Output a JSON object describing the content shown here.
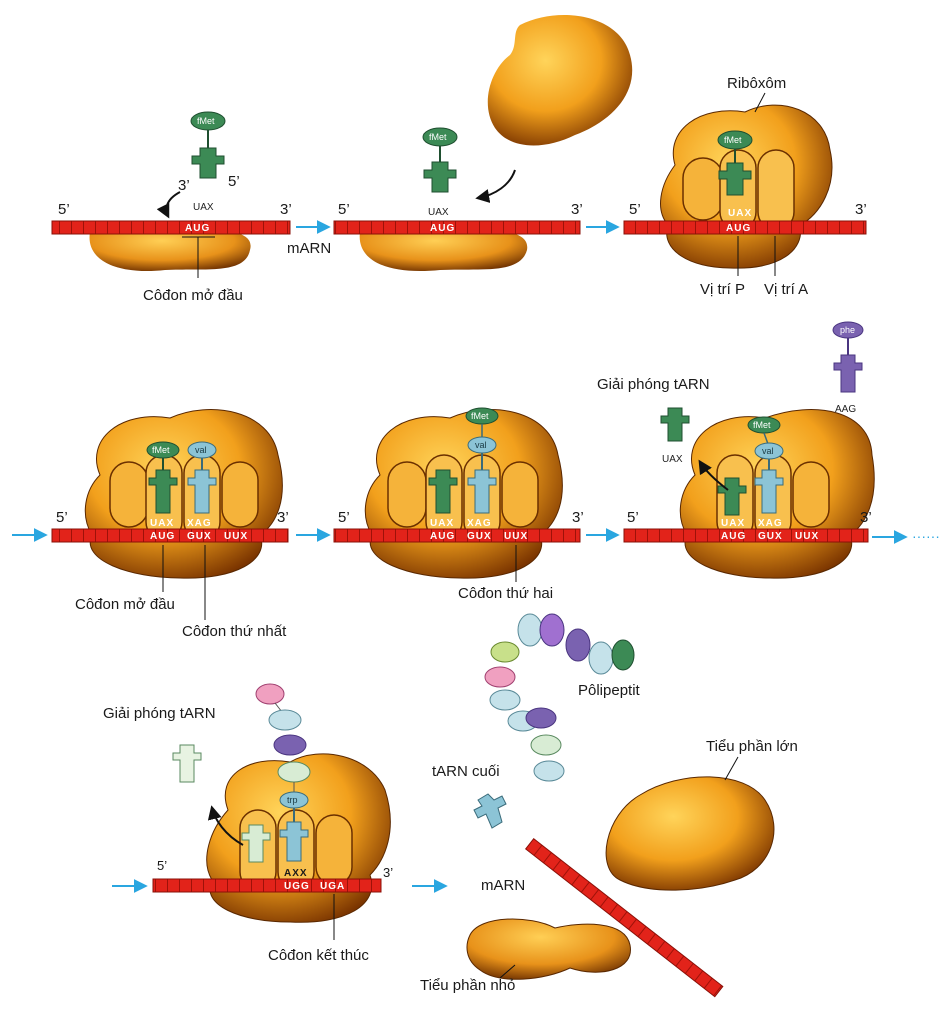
{
  "colors": {
    "mrna": "#e2231a",
    "mrna_dark": "#9e1209",
    "ribosome": "#f2a01c",
    "ribosome_dark": "#6b3000",
    "trna_green": "#3c8a55",
    "trna_blue": "#8cc4d6",
    "trna_purple": "#7a62b0",
    "trna_pale": "#d8ecd4",
    "arrow": "#2aa6e0"
  },
  "labels": {
    "ribosome": "Ribôxôm",
    "mrna": "mARN",
    "start_codon": "Côđon mở đầu",
    "p_site": "Vị trí P",
    "a_site": "Vị trí A",
    "release_trna": "Giải phóng tARN",
    "first_codon": "Côđon thứ nhất",
    "second_codon": "Côđon thứ hai",
    "stop_codon": "Côđon kết thúc",
    "polypeptide": "Pôlipeptit",
    "last_trna": "tARN cuối",
    "large_subunit": "Tiểu phần lớn",
    "small_subunit": "Tiểu phần nhỏ",
    "five_prime": "5’",
    "three_prime": "3’"
  },
  "amino_acids": {
    "fmet": "fMet",
    "val": "val",
    "phe": "phe",
    "trp": "trp"
  },
  "codons": {
    "aug": "AUG",
    "gux": "GUX",
    "uux": "UUX",
    "ugg": "UGG",
    "uga": "UGA"
  },
  "anticodons": {
    "uax": "UAX",
    "xag": "XAG",
    "aag": "AAG",
    "axx": "AXX"
  },
  "continuation": "······"
}
